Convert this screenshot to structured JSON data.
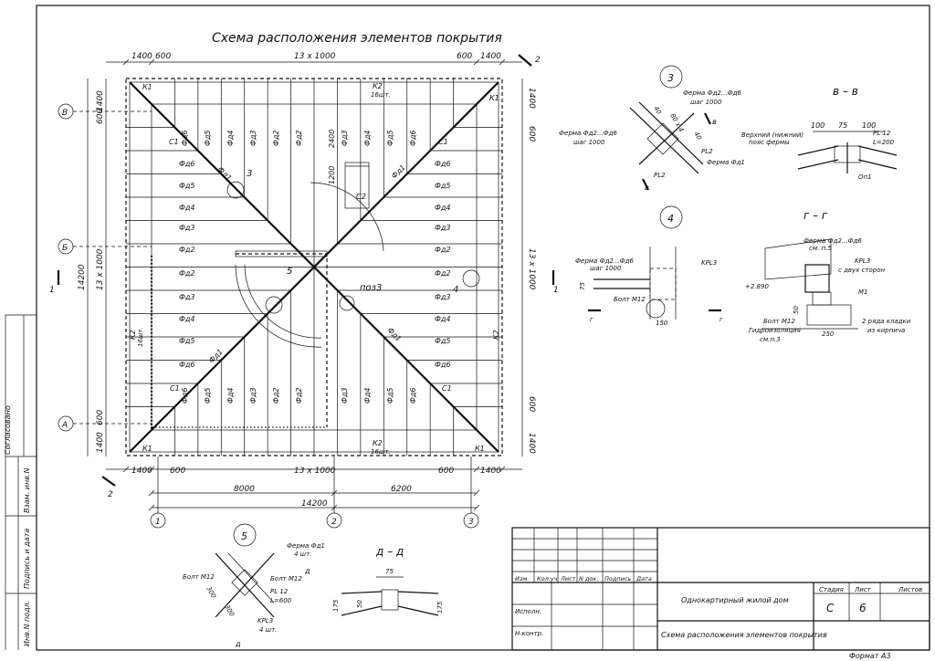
{
  "drawing": {
    "title": "Схема расположения элементов покрытия",
    "dims_top": [
      "1400",
      "600",
      "13 х 1000",
      "600",
      "1400"
    ],
    "dims_bottom": [
      "1400",
      "600",
      "13 х 1000",
      "600",
      "1400"
    ],
    "dims_bottom2": [
      "8000",
      "6200"
    ],
    "dim_total": "14200",
    "dims_left": [
      "1400",
      "600",
      "14200",
      "13 х 1000",
      "600",
      "1400"
    ],
    "dims_right": [
      "1400",
      "600",
      "13 х 1000",
      "600",
      "1400"
    ],
    "axes_rows": [
      "В",
      "Б",
      "А"
    ],
    "axes_cols": [
      "1",
      "2",
      "3"
    ],
    "section_marks": [
      "1",
      "1",
      "2",
      "2"
    ],
    "label_k1": "К1",
    "label_c1": "С1",
    "label_c2": "С2",
    "label_k2": "К2",
    "label_k2_qty": "16шт.",
    "label_fd1": "Фд1",
    "dim_2400": "2400",
    "dim_1200": "1200",
    "callout_3": "3",
    "callout_4": "4",
    "callout_5": "5",
    "pos3": "поз3",
    "trusses_left": [
      "Фд6",
      "Фд5",
      "Фд4",
      "Фд3",
      "Фд2",
      "Фд2",
      "Фд3",
      "Фд4",
      "Фд5",
      "Фд6"
    ],
    "trusses_right": [
      "Фд6",
      "Фд5",
      "Фд4",
      "Фд3",
      "Фд2",
      "Фд2",
      "Фд3",
      "Фд4",
      "Фд5",
      "Фд6"
    ],
    "trusses_top": [
      "Фд6",
      "Фд5",
      "Фд4",
      "Фд3",
      "Фд2",
      "Фд2",
      "Фд3",
      "Фд4",
      "Фд5",
      "Фд6"
    ],
    "trusses_bottom": [
      "Фд6",
      "Фд5",
      "Фд4",
      "Фд3",
      "Фд2",
      "Фд2",
      "Фд3",
      "Фд4",
      "Фд5",
      "Фд6"
    ]
  },
  "details": {
    "node3": {
      "num": "3",
      "l1": "Ферма Фд2...Фд6",
      "l2": "шаг 1000",
      "l3": "Ферма Фд2...Фд6",
      "l4": "шаг 1000",
      "pl2a": "PL2",
      "pl2b": "PL2",
      "fd1": "Ферма Фд1",
      "d40a": "40",
      "d80": "80 х 4",
      "d40b": "40",
      "mark": "в",
      "mark2": "в"
    },
    "sec_vv": {
      "title": "в – в",
      "d1": "100",
      "d2": "75",
      "d3": "100",
      "l1": "Верхний (нижний)",
      "l2": "пояс фермы",
      "l3": "PL 12",
      "l4": "L=200",
      "l5": "Оп1"
    },
    "node4": {
      "num": "4",
      "l1": "Ферма Фд2...Фд6",
      "l2": "шаг 1000",
      "kpl": "KPL3",
      "d75": "75",
      "bolt": "Болт М12",
      "d150": "150",
      "g1": "г",
      "g2": "г"
    },
    "sec_gg": {
      "title": "г – г",
      "l1": "Ферма Фд2...Фд6",
      "l2": "см. п.5",
      "kpl": "KPL3",
      "kpl2": "с двух сторон",
      "level": "+2.890",
      "m1": "М1",
      "d50": "50",
      "bolt": "Болт М12",
      "l3": "2 ряда кладки",
      "l4": "из кирпича",
      "iso1": "Гидроизоляция",
      "iso2": "см.п.3",
      "d250": "250"
    },
    "node5": {
      "num": "5",
      "l1": "Ферма Фд1",
      "l2": "4 шт.",
      "bolt1": "Болт М12",
      "bolt2": "Болт М12",
      "pl": "PL 12",
      "pl2": "L=600",
      "kpl": "KPL3",
      "kpl2": "4 шт.",
      "d300a": "300",
      "d300b": "300",
      "d1": "д",
      "d2": "д"
    },
    "sec_dd": {
      "title": "д – д",
      "d75": "75",
      "d50": "50",
      "d175a": "175",
      "d175b": "175"
    }
  },
  "stamp": {
    "headers": [
      "Изм.",
      "Кол.уч",
      "Лист",
      "N док.",
      "Подпись",
      "Дата"
    ],
    "row1": "Исполн.",
    "row2": "Н.контр.",
    "project": "Однокартирный жилой дом",
    "sheet_title": "Схема расположения элементов покрытия",
    "stage_h": "Стадия",
    "sheet_h": "Лист",
    "sheets_h": "Листов",
    "stage": "С",
    "sheet": "6",
    "dot": "."
  },
  "side": {
    "agreed": "Согласовано",
    "inv": "Взам. инв.N",
    "sign": "Подпись и дата",
    "inv2": "Инв.N подл."
  },
  "format": "Формат А3"
}
